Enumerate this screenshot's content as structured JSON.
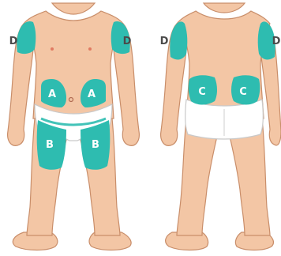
{
  "colors": {
    "skin": "#f3c6a5",
    "skin_outline": "#c98e6a",
    "zone": "#2ebcb0",
    "diaper": "#ffffff",
    "diaper_outline": "#c9c9c9",
    "label_on_zone": "#ffffff",
    "label_outside": "#4a4a4a"
  },
  "front_view": {
    "zone_labels": {
      "abdomen_left": "A",
      "abdomen_right": "A",
      "thigh_left": "B",
      "thigh_right": "B"
    },
    "arm_labels": {
      "left": "D",
      "right": "D"
    }
  },
  "back_view": {
    "zone_labels": {
      "buttock_left": "C",
      "buttock_right": "C"
    },
    "arm_labels": {
      "left": "D",
      "right": "D"
    }
  }
}
